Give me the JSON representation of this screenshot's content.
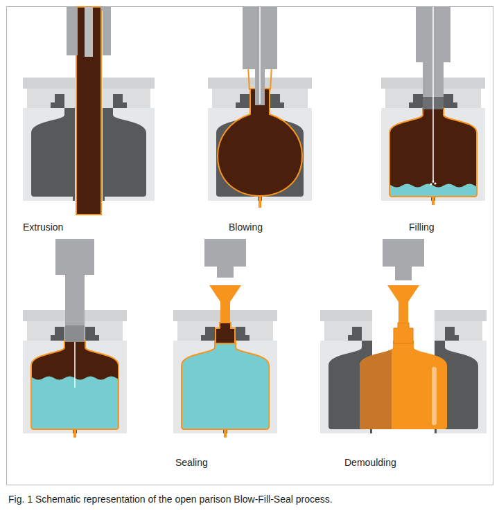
{
  "diagram": {
    "caption": "Fig. 1 Schematic representation of the open parison Blow-Fill-Seal process.",
    "labels": [
      "Extrusion",
      "Blowing",
      "Filling",
      "Sealing",
      "Demoulding"
    ]
  }
}
